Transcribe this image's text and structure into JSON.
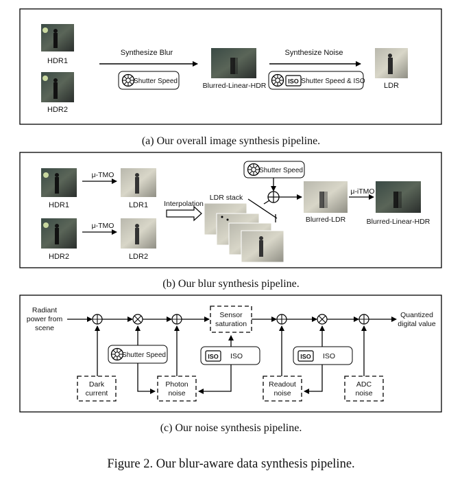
{
  "panel_a": {
    "hdr1": "HDR1",
    "hdr2": "HDR2",
    "synth_blur": "Synthesize Blur",
    "shutter_speed": "Shutter Speed",
    "blurred_linear_hdr": "Blurred-Linear-HDR",
    "synth_noise": "Synthesize Noise",
    "shutter_iso": "Shutter Speed & ISO",
    "ldr": "LDR",
    "caption": "(a) Our overall image synthesis pipeline."
  },
  "panel_b": {
    "hdr1": "HDR1",
    "hdr2": "HDR2",
    "tmo1": "μ-TMO",
    "tmo2": "μ-TMO",
    "ldr1": "LDR1",
    "ldr2": "LDR2",
    "interpolation": "Interpolation",
    "ldr_stack": "LDR stack",
    "shutter_speed": "Shutter Speed",
    "blurred_ldr": "Blurred-LDR",
    "itmo": "μ-iTMO",
    "blurred_linear_hdr": "Blurred-Linear-HDR",
    "caption": "(b) Our blur synthesis pipeline."
  },
  "panel_c": {
    "radiant_1": "Radiant",
    "radiant_2": "power from",
    "radiant_3": "scene",
    "sensor_1": "Sensor",
    "sensor_2": "saturation",
    "quant_1": "Quantized",
    "quant_2": "digital value",
    "shutter_speed": "Shutter Speed",
    "iso_1": "ISO",
    "iso_2": "ISO",
    "dark_1": "Dark",
    "dark_2": "current",
    "photon_1": "Photon",
    "photon_2": "noise",
    "readout_1": "Readout",
    "readout_2": "noise",
    "adc_1": "ADC",
    "adc_2": "noise",
    "caption": "(c) Our noise synthesis pipeline."
  },
  "figure_caption": "Figure 2. Our blur-aware data synthesis pipeline.",
  "icons": {
    "iso_badge": "ISO"
  }
}
